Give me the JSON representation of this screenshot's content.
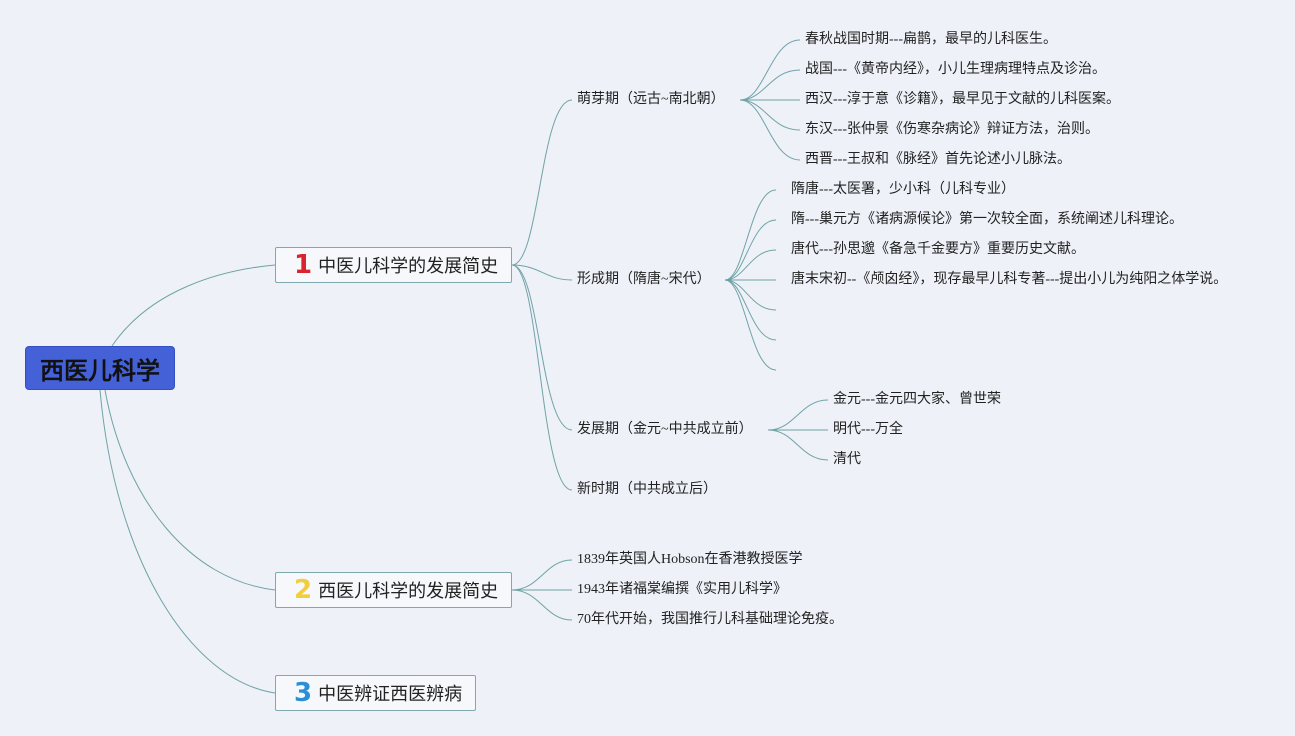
{
  "root": {
    "label": "西医儿科学"
  },
  "branches": [
    {
      "num": "1",
      "label": "中医儿科学的发展简史",
      "children": [
        {
          "label": "萌芽期（远古~南北朝）",
          "children": [
            "春秋战国时期---扁鹊，最早的儿科医生。",
            "战国---《黄帝内经》，小儿生理病理特点及诊治。",
            "西汉---淳于意《诊籍》，最早见于文献的儿科医案。",
            "东汉---张仲景《伤寒杂病论》辩证方法，治则。",
            "西晋---王叔和《脉经》首先论述小儿脉法。"
          ]
        },
        {
          "label": "形成期（隋唐~宋代）",
          "children": [
            "隋唐---太医署，少小科（儿科专业）",
            "隋---巢元方《诸病源候论》第一次较全面，系统阐述儿科理论。",
            "唐代---孙思邈《备急千金要方》重要历史文献。",
            "唐末宋初--《颅囟经》，现存最早儿科专著---提出小儿为纯阳之体学说。",
            "",
            "",
            ""
          ]
        },
        {
          "label": "发展期（金元~中共成立前）",
          "children": [
            "金元---金元四大家、曾世荣",
            "明代---万全",
            "清代"
          ]
        },
        {
          "label": "新时期（中共成立后）",
          "children": []
        }
      ]
    },
    {
      "num": "2",
      "label": "西医儿科学的发展简史",
      "children": [
        {
          "label": "1839年英国人Hobson在香港教授医学",
          "children": []
        },
        {
          "label": "1943年诸福棠编撰《实用儿科学》",
          "children": []
        },
        {
          "label": "70年代开始，我国推行儿科基础理论免疫。",
          "children": []
        }
      ]
    },
    {
      "num": "3",
      "label": "中医辨证西医辨病",
      "children": []
    }
  ],
  "colors": {
    "root_fill": "#4461d8",
    "link": "#6fa3a6",
    "num1": "#d8242c",
    "num2": "#f2cd3c",
    "num3": "#2a8fd6"
  }
}
